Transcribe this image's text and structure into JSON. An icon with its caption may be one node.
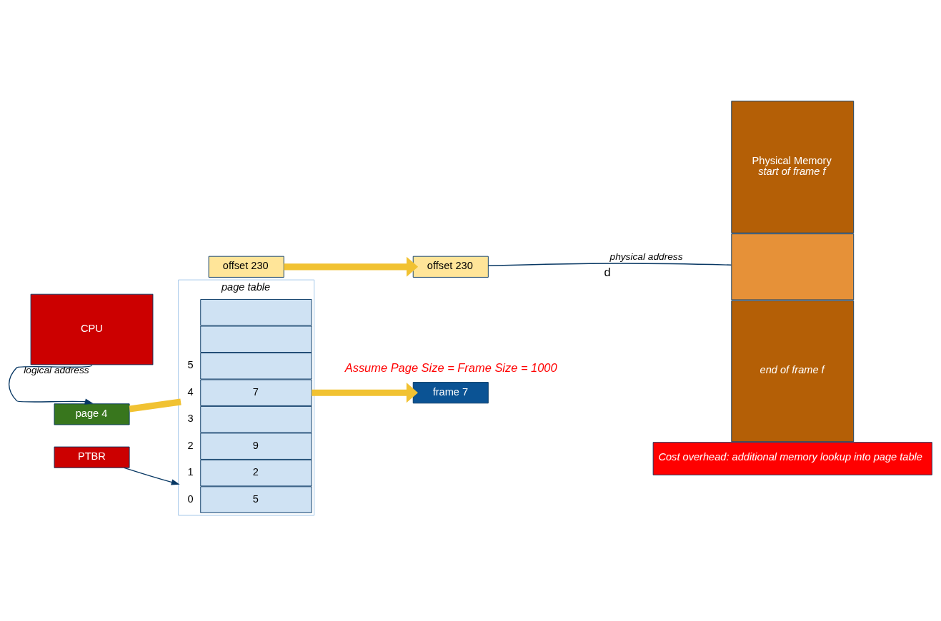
{
  "diagram": {
    "nodes": [
      {
        "text": [
          "CPU"
        ]
      },
      {
        "text": [
          "page 4"
        ]
      },
      {
        "text": [
          "offset 230"
        ]
      },
      {
        "text": [
          "frame 7"
        ]
      },
      {
        "text": [
          "offset 230"
        ]
      },
      {
        "text": [
          "PTBR"
        ]
      },
      {
        "text": [
          "page table"
        ]
      },
      {
        "text": [
          "5"
        ],
        "in": 6,
        "beside": [
          "0"
        ]
      },
      {
        "text": [
          "2"
        ],
        "in": 6,
        "beside": [
          "1"
        ]
      },
      {
        "text": [
          "9"
        ],
        "in": 6,
        "beside": [
          "2"
        ]
      },
      {
        "text": [],
        "shape": "box",
        "in": 6,
        "beside": [
          "3"
        ]
      },
      {
        "text": [
          "7"
        ],
        "in": 6,
        "beside": [
          "4"
        ]
      },
      {
        "text": [],
        "shape": "box",
        "in": 6,
        "beside": [
          "5"
        ]
      },
      {
        "text": [],
        "shape": "box",
        "in": 6
      },
      {
        "text": [],
        "shape": "box",
        "in": 6
      },
      {
        "text": [
          "Physical Memory",
          "start of frame f"
        ]
      },
      {
        "text": [],
        "shape": "box"
      },
      {
        "text": [
          "end of frame f"
        ]
      },
      {
        "text": [
          "Cost overhead: additional memory lookup into page table"
        ]
      }
    ],
    "edges": [
      {
        "from": 0,
        "to": 1,
        "arrow": "to",
        "label": "logical address",
        "color": "#073763"
      },
      {
        "from": 2,
        "to": 4,
        "arrow": "to",
        "style": "thick",
        "color": "#f1c232"
      },
      {
        "from": 1,
        "to": 11,
        "arrow": "none",
        "style": "thick",
        "color": "#f1c232"
      },
      {
        "from": 11,
        "to": 3,
        "arrow": "to",
        "style": "thick",
        "color": "#f1c232"
      },
      {
        "from": 5,
        "to": 6,
        "arrow": "to",
        "color": "#073763"
      },
      {
        "from": 4,
        "to": 16,
        "arrow": "none",
        "label": "physical address",
        "color": "#073763"
      }
    ],
    "labels": [
      "Assume Page Size = Frame Size = 1000",
      "d"
    ]
  }
}
